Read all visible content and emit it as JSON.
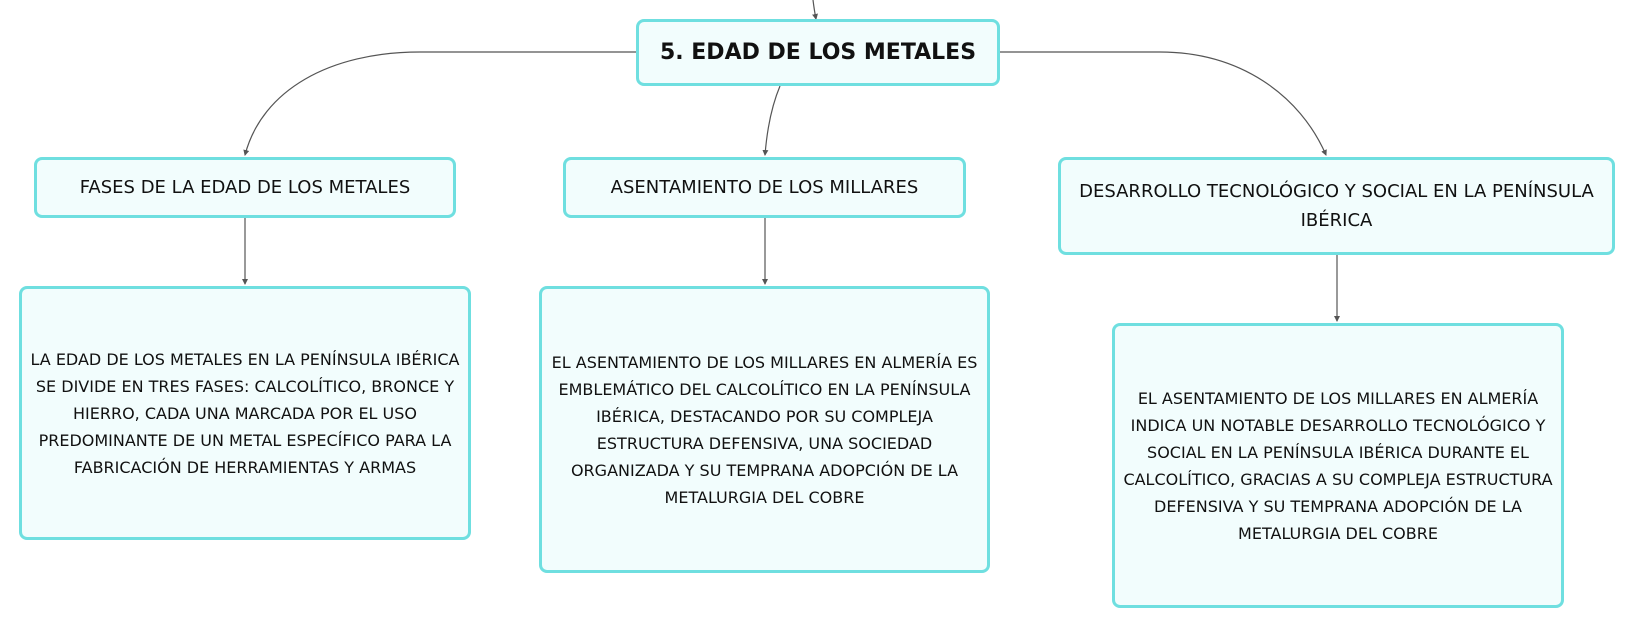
{
  "root": {
    "label": "5. EDAD DE LOS METALES"
  },
  "topics": [
    {
      "label": "FASES DE LA EDAD DE LOS METALES",
      "detail": "LA EDAD DE LOS METALES EN LA PENÍNSULA IBÉRICA SE DIVIDE EN TRES FASES: CALCOLÍTICO, BRONCE Y HIERRO, CADA UNA MARCADA POR EL USO PREDOMINANTE DE UN METAL ESPECÍFICO PARA LA FABRICACIÓN DE HERRAMIENTAS Y ARMAS"
    },
    {
      "label": "ASENTAMIENTO DE LOS MILLARES",
      "detail": "EL ASENTAMIENTO DE LOS MILLARES EN ALMERÍA ES EMBLEMÁTICO DEL CALCOLÍTICO EN LA PENÍNSULA IBÉRICA, DESTACANDO POR SU COMPLEJA ESTRUCTURA DEFENSIVA, UNA SOCIEDAD ORGANIZADA Y SU TEMPRANA ADOPCIÓN DE LA METALURGIA DEL COBRE"
    },
    {
      "label": "DESARROLLO TECNOLÓGICO Y SOCIAL EN LA PENÍNSULA IBÉRICA",
      "detail": "EL ASENTAMIENTO DE LOS MILLARES EN ALMERÍA INDICA UN NOTABLE DESARROLLO TECNOLÓGICO Y SOCIAL EN LA PENÍNSULA IBÉRICA DURANTE EL CALCOLÍTICO, GRACIAS A SU COMPLEJA ESTRUCTURA DEFENSIVA Y SU TEMPRANA ADOPCIÓN DE LA METALURGIA DEL COBRE"
    }
  ],
  "colors": {
    "node_fill": "#f2fdfd",
    "node_border": "#6fdfe0",
    "connector": "#555555",
    "text": "#111111"
  }
}
